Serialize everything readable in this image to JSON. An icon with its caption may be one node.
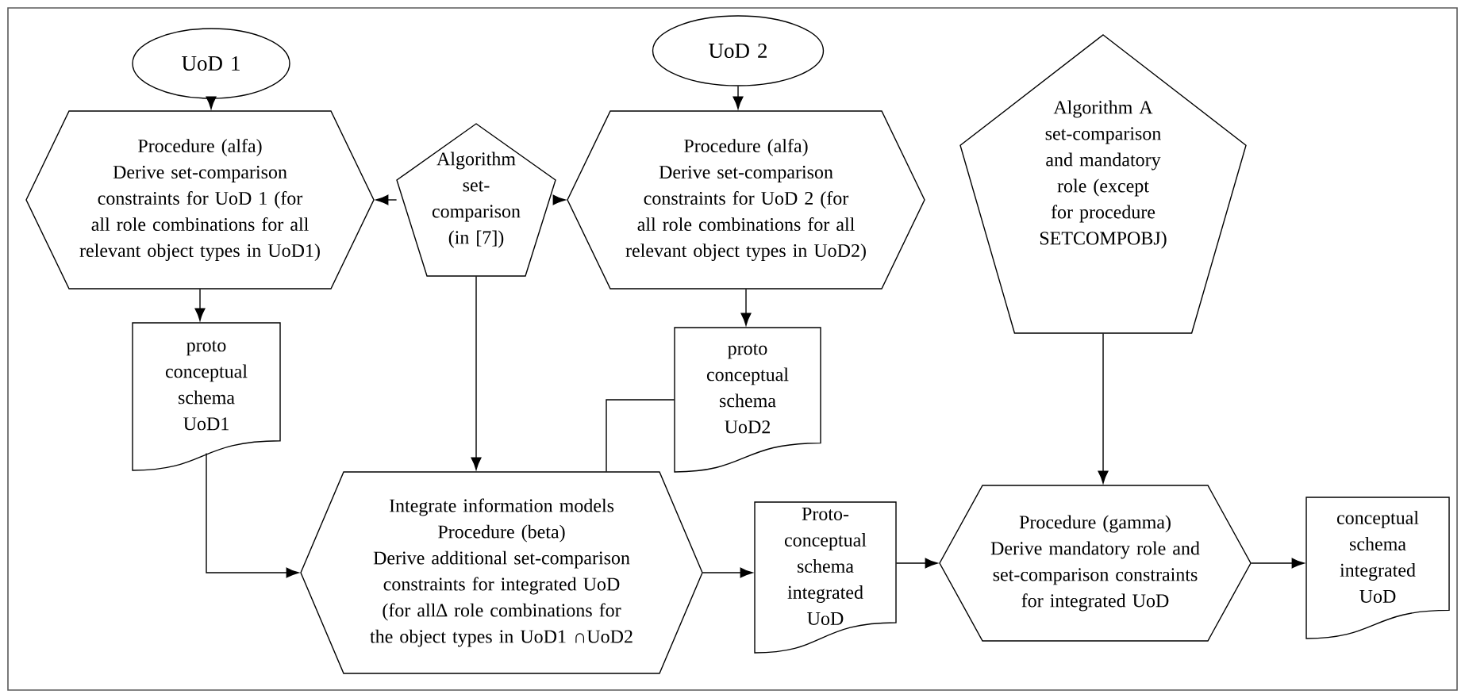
{
  "diagram": {
    "nodes": [
      {
        "text": [
          "UoD 1"
        ]
      },
      {
        "text": [
          "UoD 2"
        ]
      },
      {
        "text": [
          "Procedure (alfa)",
          "Derive set-comparison constraints for UoD 1 (for all role combinations for all relevant object types in UoD1)"
        ]
      },
      {
        "text": [
          "Algorithm set-comparison (in [7])"
        ]
      },
      {
        "text": [
          "Procedure (alfa)",
          "Derive set-comparison constraints for UoD 2 (for all role combinations for all relevant object types in UoD2)"
        ]
      },
      {
        "text": [
          "Algorithm A set-comparison and mandatory role (except for procedure SETCOMPOBJ)"
        ]
      },
      {
        "text": [
          "proto conceptual schema UoD1"
        ]
      },
      {
        "text": [
          "proto conceptual schema UoD2"
        ]
      },
      {
        "text": [
          "Integrate information models",
          "Procedure (beta)",
          "Derive additional set-comparison constraints for integrated UoD (for all∆ role combinations for the object types in UoD1 ∩UoD2"
        ]
      },
      {
        "text": [
          "Proto-conceptual schema integrated UoD"
        ]
      },
      {
        "text": [
          "Procedure (gamma)",
          "Derive mandatory role and set-comparison constraints for integrated UoD"
        ]
      },
      {
        "text": [
          "conceptual schema integrated UoD"
        ]
      }
    ],
    "edges": [
      {
        "from": 0,
        "to": 2,
        "arrow": "to"
      },
      {
        "from": 1,
        "to": 4,
        "arrow": "to"
      },
      {
        "from": 3,
        "to": 2,
        "arrow": "to"
      },
      {
        "from": 3,
        "to": 4,
        "arrow": "to"
      },
      {
        "from": 3,
        "to": 8,
        "arrow": "to"
      },
      {
        "from": 2,
        "to": 6,
        "arrow": "to"
      },
      {
        "from": 4,
        "to": 7,
        "arrow": "to"
      },
      {
        "from": 6,
        "to": 8,
        "arrow": "to"
      },
      {
        "from": 7,
        "to": 8,
        "arrow": "none"
      },
      {
        "from": 8,
        "to": 9,
        "arrow": "to"
      },
      {
        "from": 9,
        "to": 10,
        "arrow": "to"
      },
      {
        "from": 5,
        "to": 10,
        "arrow": "to"
      },
      {
        "from": 10,
        "to": 11,
        "arrow": "to"
      }
    ]
  }
}
